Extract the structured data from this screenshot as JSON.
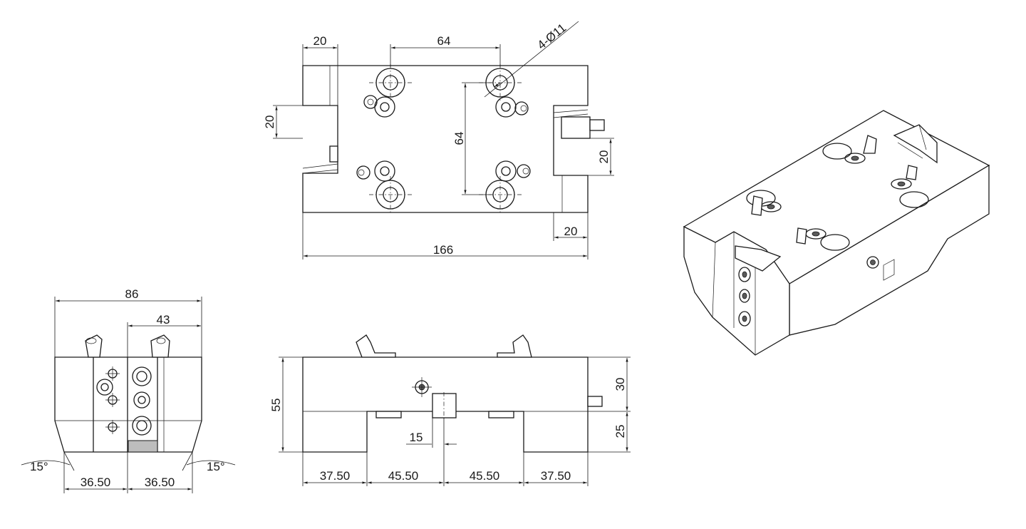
{
  "colors": {
    "line": "#1a1a1a",
    "background": "#ffffff",
    "shade": "#bdbdbd"
  },
  "top_view": {
    "dim_left_slot_width": "20",
    "dim_hole_spacing_x": "64",
    "dim_hole_callout": "4-Ø11",
    "dim_left_slot_height": "20",
    "dim_hole_spacing_y": "64",
    "dim_right_slot_height": "20",
    "dim_right_slot_width": "20",
    "dim_overall_length": "166"
  },
  "side_view": {
    "dim_overall_width": "86",
    "dim_half_width": "43",
    "dim_angle_left": "15°",
    "dim_angle_right": "15°",
    "dim_bottom_left": "36.50",
    "dim_bottom_right": "36.50"
  },
  "front_view": {
    "dim_overall_height": "55",
    "dim_upper_height": "30",
    "dim_lower_height": "25",
    "dim_offset": "15",
    "dim_seg_1": "37.50",
    "dim_seg_2": "45.50",
    "dim_seg_3": "45.50",
    "dim_seg_4": "37.50"
  }
}
